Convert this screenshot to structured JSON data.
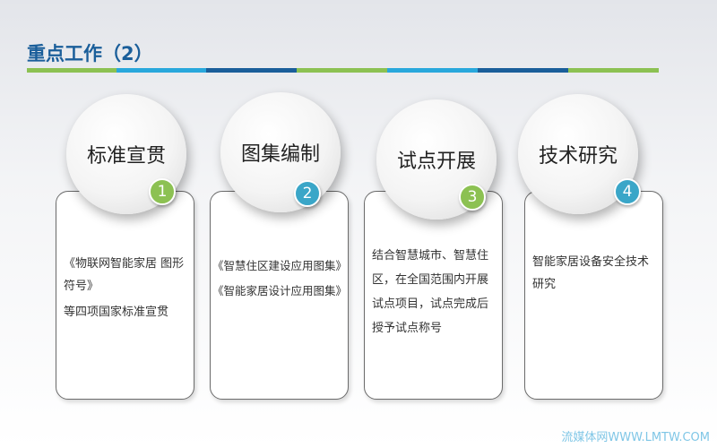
{
  "title": "重点工作（2）",
  "colors": {
    "green": "#8cc152",
    "light_blue": "#29a8dc",
    "dark_blue": "#1a5e9a"
  },
  "cards": [
    {
      "heading": "标准宣贯",
      "number": "1",
      "lines": [
        "《物联网智能家居 图形符号》",
        "等四项国家标准宣贯"
      ]
    },
    {
      "heading": "图集编制",
      "number": "2",
      "lines": [
        "《智慧住区建设应用图集》",
        "《智能家居设计应用图集》"
      ]
    },
    {
      "heading": "试点开展",
      "number": "3",
      "lines": [
        "结合智慧城市、智慧住区，在全国范围内开展试点项目，试点完成后授予试点称号"
      ]
    },
    {
      "heading": "技术研究",
      "number": "4",
      "lines": [
        "智能家居设备安全技术研究"
      ]
    }
  ],
  "watermark": "流媒体网WWW.LMTW.COM"
}
